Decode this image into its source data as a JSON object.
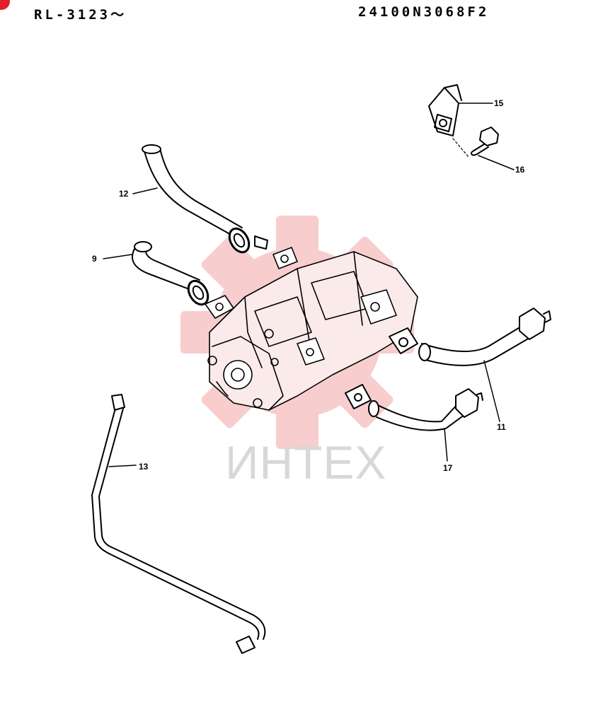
{
  "header": {
    "model_range": "RL-3123～",
    "part_number": "24100N3068F2"
  },
  "watermark": {
    "text": "ИНТЕХ",
    "gear_color": "#f7c8c8",
    "text_color": "#d8d8d8"
  },
  "colors": {
    "line": "#000000",
    "badge": "#e0202a",
    "pump_tint": "#f5d6d6"
  },
  "callouts": [
    {
      "id": "15",
      "label": "15"
    },
    {
      "id": "16",
      "label": "16"
    },
    {
      "id": "12",
      "label": "12"
    },
    {
      "id": "9",
      "label": "9"
    },
    {
      "id": "11",
      "label": "11"
    },
    {
      "id": "17",
      "label": "17"
    },
    {
      "id": "13",
      "label": "13"
    }
  ],
  "icons": {
    "corner_badge": "red-circle-badge"
  }
}
